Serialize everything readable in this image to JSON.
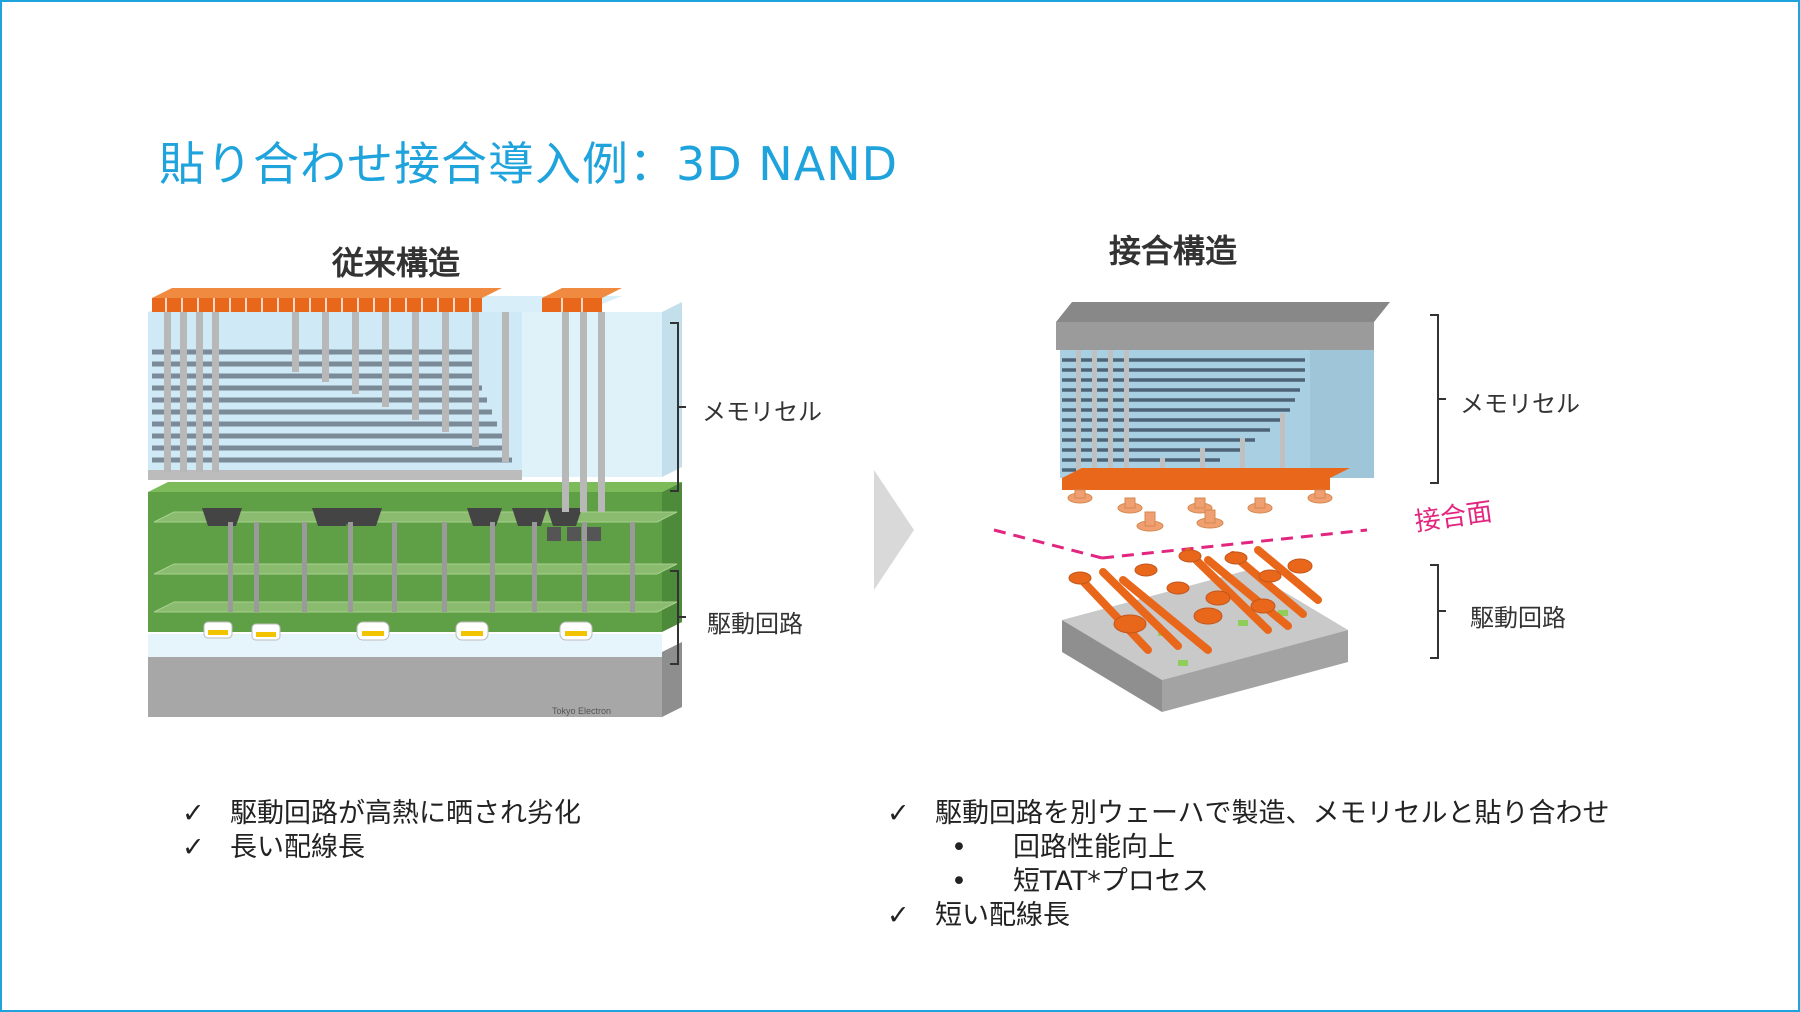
{
  "slide": {
    "title": "貼り合わせ接合導入例：3D NAND",
    "colors": {
      "accent": "#1ea3dc",
      "bonding_line": "#e2267f",
      "copper": "#e8671a",
      "substrate": "#a6a6a6",
      "circuit_green": "#7dbb5a"
    }
  },
  "left": {
    "heading": "従来構造",
    "label_memory": "メモリセル",
    "label_circuit": "駆動回路",
    "watermark": "Tokyo Electron",
    "bullets": [
      {
        "mark": "✓",
        "text": "駆動回路が高熱に晒され劣化"
      },
      {
        "mark": "✓",
        "text": "長い配線長"
      }
    ]
  },
  "arrow_icon": "chevron-right-icon",
  "right": {
    "heading": "接合構造",
    "label_memory": "メモリセル",
    "label_bonding": "接合面",
    "label_circuit": "駆動回路",
    "bullets": [
      {
        "mark": "✓",
        "text": "駆動回路を別ウェーハで製造、メモリセルと貼り合わせ"
      },
      {
        "mark": "•",
        "text": "回路性能向上",
        "sub": true
      },
      {
        "mark": "•",
        "text": "短TAT*プロセス",
        "sub": true
      },
      {
        "mark": "✓",
        "text": "短い配線長"
      }
    ]
  }
}
